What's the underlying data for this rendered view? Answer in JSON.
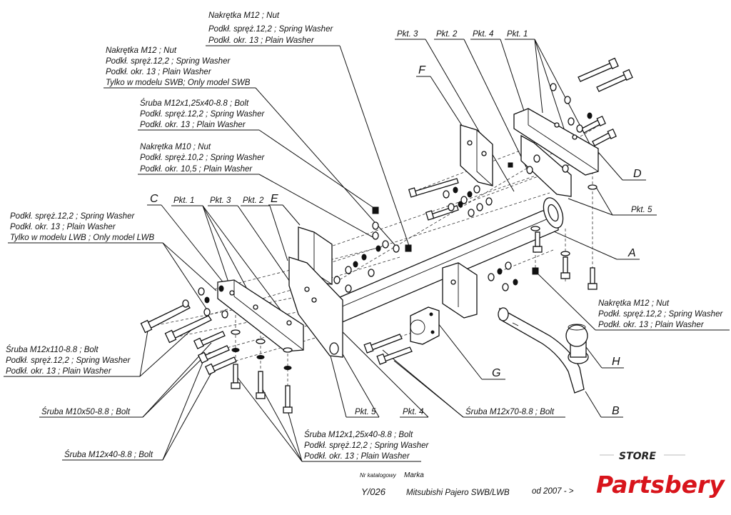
{
  "callouts": {
    "top_nut": [
      "Nakrętka  M12 ; Nut",
      "Podkł. spręż.12,2 ; Spring Washer",
      "Podkł. okr. 13 ; Plain Washer"
    ],
    "swb_nut": [
      "Nakrętka  M12 ; Nut",
      "Podkł. spręż.12,2 ; Spring Washer",
      "Podkł. okr. 13 ; Plain Washer",
      "Tylko w modelu SWB; Only model SWB"
    ],
    "bolt_m12x125": [
      "Śruba M12x1,25x40-8.8 ;  Bolt",
      "Podkł. spręż.12,2 ; Spring Washer",
      "Podkł. okr. 13 ; Plain Washer"
    ],
    "nut_m10": [
      "Nakrętka  M10 ; Nut",
      "Podkł. spręż.10,2 ; Spring Washer",
      "Podkł. okr. 10,5 ; Plain Washer"
    ],
    "lwb_washer": [
      "Podkł. spręż.12,2 ; Spring Washer",
      "Podkł. okr. 13 ; Plain Washer",
      "Tylko w modelu LWB ; Only model LWB"
    ],
    "right_nut": [
      "Nakrętka  M12 ; Nut",
      "Podkł. spręż.12,2 ; Spring Washer",
      "Podkł. okr. 13 ; Plain Washer"
    ],
    "bolt_m12x110": [
      "Śruba M12x110-8.8 ;  Bolt",
      "Podkł. spręż.12,2 ; Spring Washer",
      "Podkł. okr. 13 ; Plain Washer"
    ],
    "bottom_bolt": [
      "Śruba M12x1,25x40-8.8 ;  Bolt",
      "Podkł. spręż.12,2 ; Spring Washer",
      "Podkł. okr. 13 ; Plain Washer"
    ],
    "bolt_m10x50": "Śruba M10x50-8.8 ;  Bolt",
    "bolt_m12x40": "Śruba M12x40-8.8 ;  Bolt",
    "bolt_m12x70": "Śruba M12x70-8.8 ;  Bolt"
  },
  "pkt": {
    "top_3": "Pkt. 3",
    "top_2": "Pkt. 2",
    "top_4": "Pkt. 4",
    "top_1": "Pkt. 1",
    "left_1": "Pkt. 1",
    "left_3": "Pkt. 3",
    "left_2": "Pkt. 2",
    "right_5": "Pkt. 5",
    "bottom_5": "Pkt. 5",
    "bottom_4": "Pkt. 4"
  },
  "letters": {
    "A": "A",
    "B": "B",
    "C": "C",
    "D": "D",
    "E": "E",
    "F": "F",
    "G": "G",
    "H": "H"
  },
  "footer": {
    "catalog_label": "Nr katalogowy",
    "brand_label": "Marka",
    "catalog_no": "Y/026",
    "model": "Mitsubishi Pajero SWB/LWB",
    "date": "od  2007 - >"
  },
  "logo": {
    "store": "STORE",
    "name": "Partsbery",
    "color": "#d8141b"
  }
}
